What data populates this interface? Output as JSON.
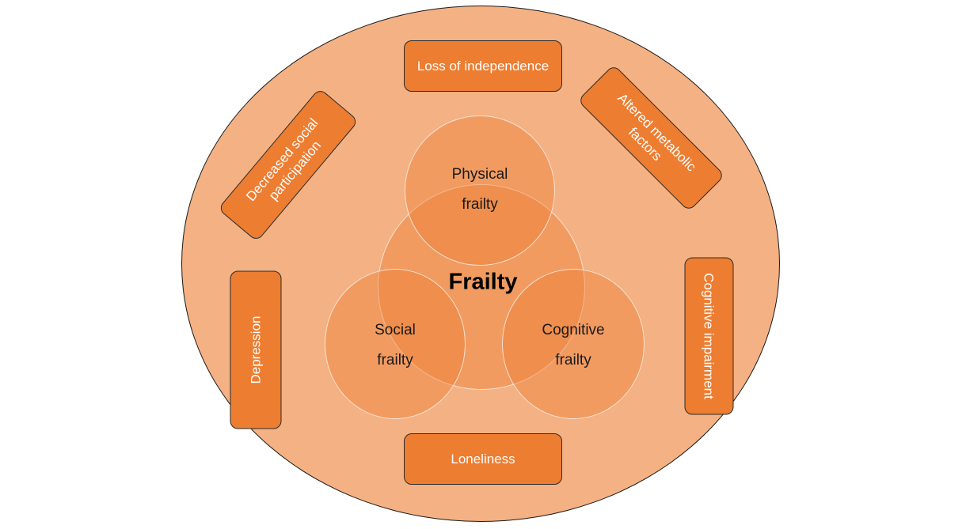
{
  "diagram": {
    "center_label": "Frailty",
    "domains": [
      {
        "id": "physical",
        "line1": "Physical",
        "line2": "frailty"
      },
      {
        "id": "social",
        "line1": "Social",
        "line2": "frailty"
      },
      {
        "id": "cognitive",
        "line1": "Cognitive",
        "line2": "frailty"
      }
    ],
    "factors": [
      {
        "id": "loss-of-independence",
        "line1": "Loss of independence",
        "line2": ""
      },
      {
        "id": "altered-metabolic-factors",
        "line1": "Altered metabolic",
        "line2": "factors"
      },
      {
        "id": "cognitive-impairment",
        "line1": "Cognitive impairment",
        "line2": ""
      },
      {
        "id": "loneliness",
        "line1": "Loneliness",
        "line2": ""
      },
      {
        "id": "depression",
        "line1": "Depression",
        "line2": ""
      },
      {
        "id": "decreased-social-participation",
        "line1": "Decreased social",
        "line2": "participation"
      }
    ],
    "colors": {
      "outer_fill": "#F4B183",
      "box_fill": "#ED7D31",
      "circle_fill": "#F08A4B",
      "box_text": "#FFFFFF"
    }
  }
}
